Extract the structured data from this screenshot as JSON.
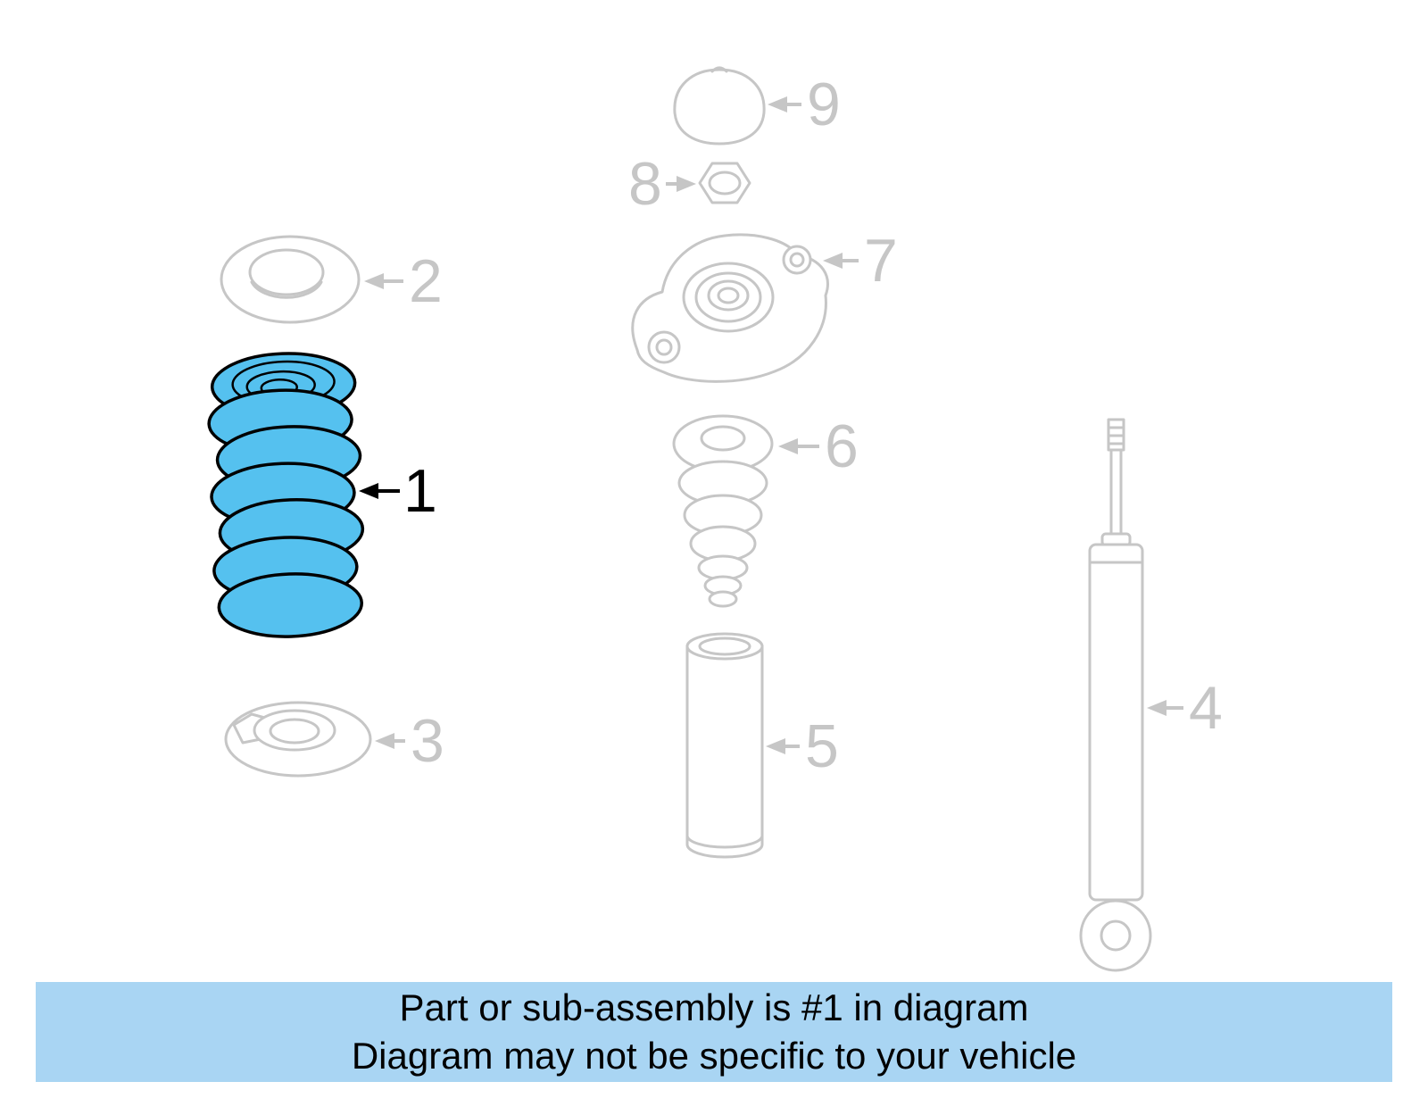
{
  "banner": {
    "line1": "Part or sub-assembly is #1 in diagram",
    "line2": "Diagram may not be specific to your vehicle"
  },
  "colors": {
    "highlight_fill": "#55c1ef",
    "banner_bg": "#a9d5f3",
    "diagram_gray": "#c6c6c6",
    "outline_black": "#000000"
  },
  "labels": [
    {
      "text": "1"
    },
    {
      "text": "2"
    },
    {
      "text": "3"
    },
    {
      "text": "4"
    },
    {
      "text": "5"
    },
    {
      "text": "6"
    },
    {
      "text": "7"
    },
    {
      "text": "8"
    },
    {
      "text": "9"
    }
  ]
}
